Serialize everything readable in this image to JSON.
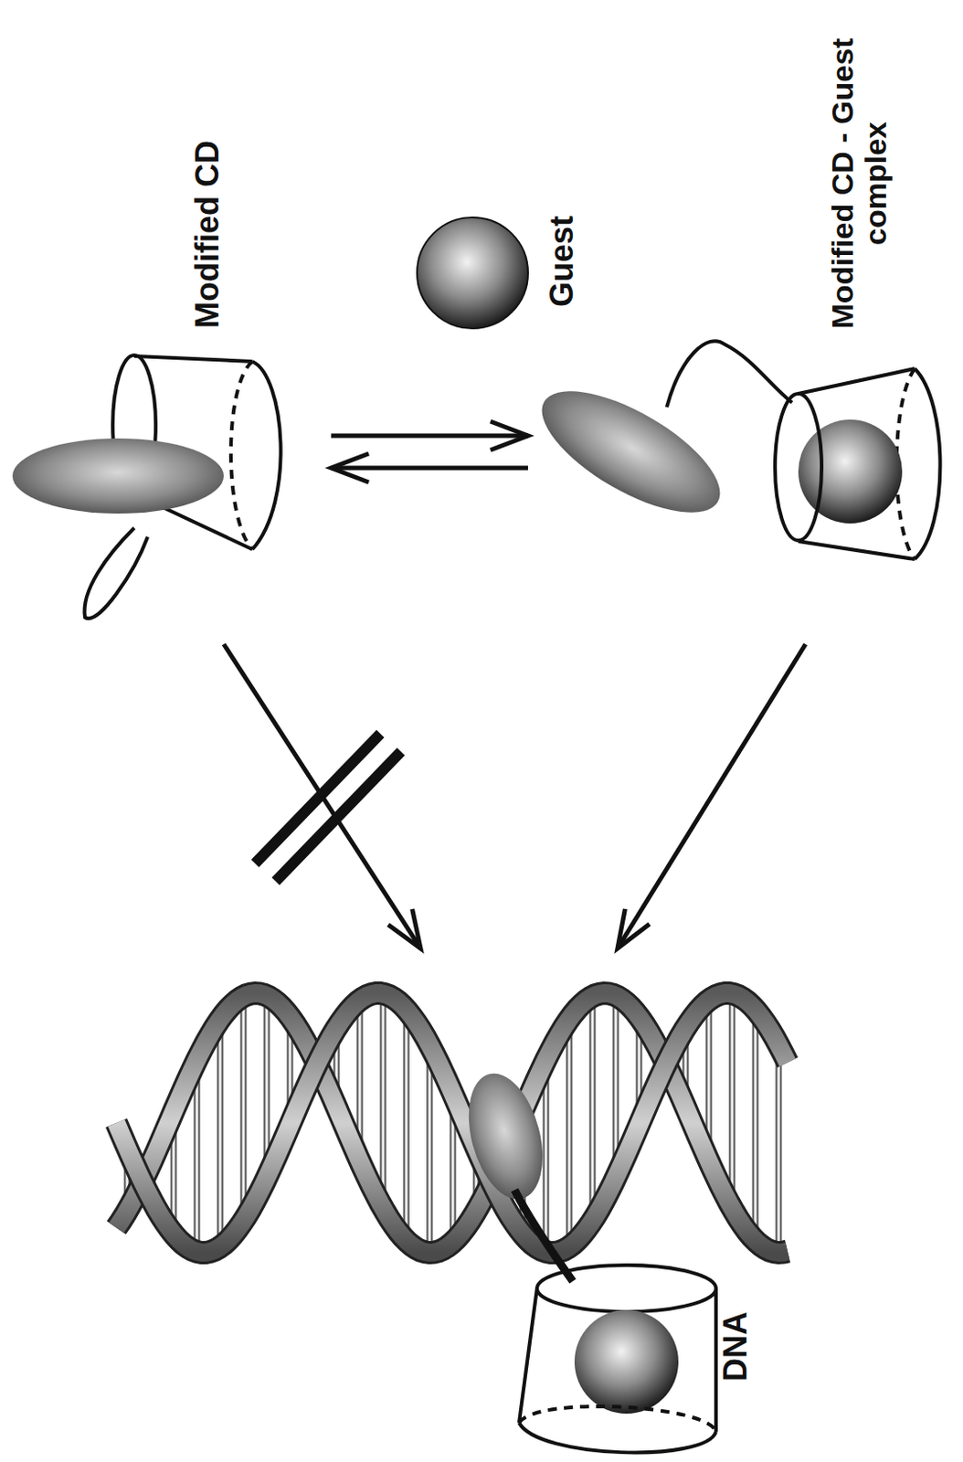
{
  "diagram": {
    "nodes": [
      {
        "text": [
          "Modified CD"
        ]
      },
      {
        "text": [
          "Guest"
        ]
      },
      {
        "text": [
          "Modified CD - Guest complex"
        ]
      },
      {
        "text": [
          "DNA"
        ]
      }
    ],
    "edges": [
      {
        "from": 0,
        "to": 2,
        "arrow": "both"
      },
      {
        "from": 0,
        "to": 3,
        "arrow": "to"
      },
      {
        "from": 2,
        "to": 3,
        "arrow": "to"
      }
    ]
  }
}
